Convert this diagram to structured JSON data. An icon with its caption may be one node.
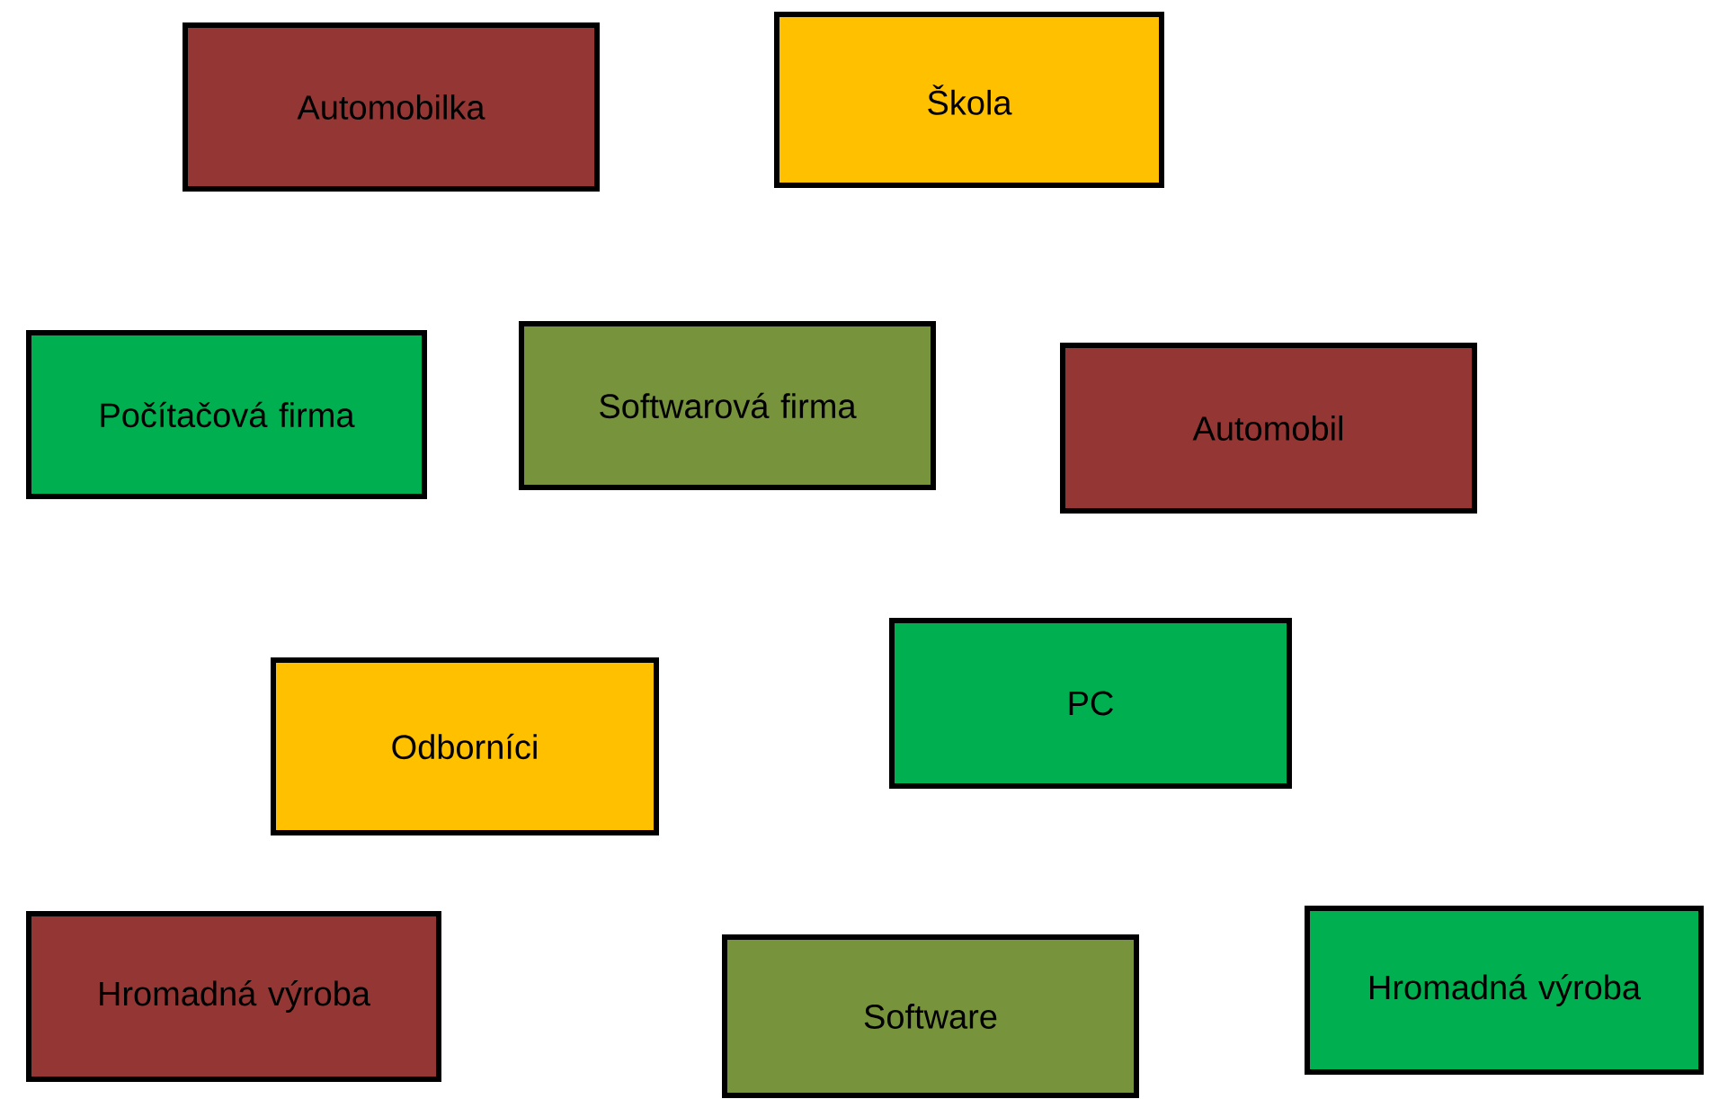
{
  "diagram": {
    "nodes": [
      {
        "text": [
          "Automobilka"
        ]
      },
      {
        "text": [
          "Škola"
        ]
      },
      {
        "text": [
          "Počítačová firma"
        ]
      },
      {
        "text": [
          "Softwarová firma"
        ]
      },
      {
        "text": [
          "Automobil"
        ]
      },
      {
        "text": [
          "Odborníci"
        ]
      },
      {
        "text": [
          "PC"
        ]
      },
      {
        "text": [
          "Hromadná výroba"
        ]
      },
      {
        "text": [
          "Software"
        ]
      },
      {
        "text": [
          "Hromadná výroba"
        ]
      }
    ]
  }
}
